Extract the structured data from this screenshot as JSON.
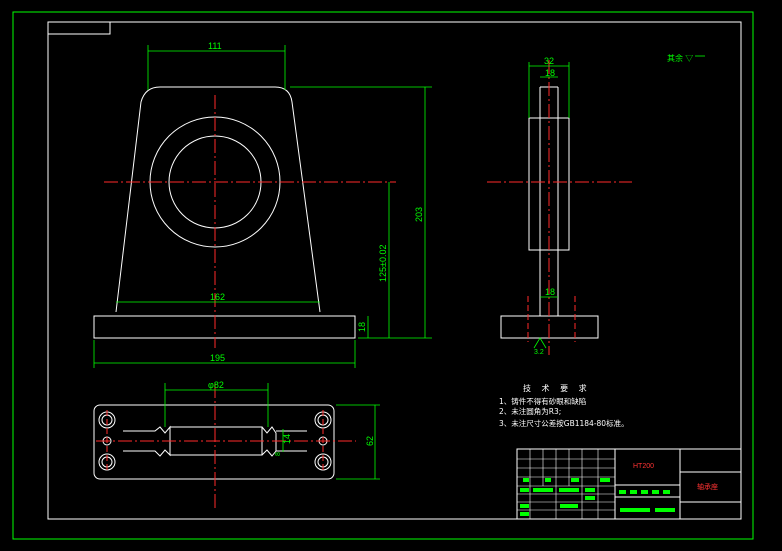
{
  "drawing": {
    "background": "#000000",
    "colors": {
      "frame": "#00ff00",
      "outline": "#ffffff",
      "centerline": "#ff2a2a",
      "dimension": "#00ff00",
      "note": "#ffffff",
      "titleblock_accent": "#ff3333"
    },
    "front_view": {
      "dim_top_width": "111",
      "dim_total_height": "203",
      "dim_center_height": "125±0.02",
      "dim_inner_width": "162",
      "dim_base_thickness": "18",
      "dim_base_width": "195"
    },
    "side_view": {
      "dim_outer": "32",
      "dim_inner": "18",
      "dim_rib": "18",
      "roughness_mark": "3.2",
      "surface_note": "其余 ▽"
    },
    "top_view": {
      "dim_bore": "φ82",
      "dim_groove": "14",
      "dim_depth": "8",
      "dim_height": "62"
    },
    "technical_requirements": {
      "title": "技 术 要 求",
      "items": [
        "1、铸件不得有砂眼和缺陷",
        "2、未注圆角为R3;",
        "3、未注尺寸公差按GB1184-80标准。"
      ]
    },
    "title_block": {
      "material": "HT200",
      "part_name": "轴承座"
    }
  }
}
